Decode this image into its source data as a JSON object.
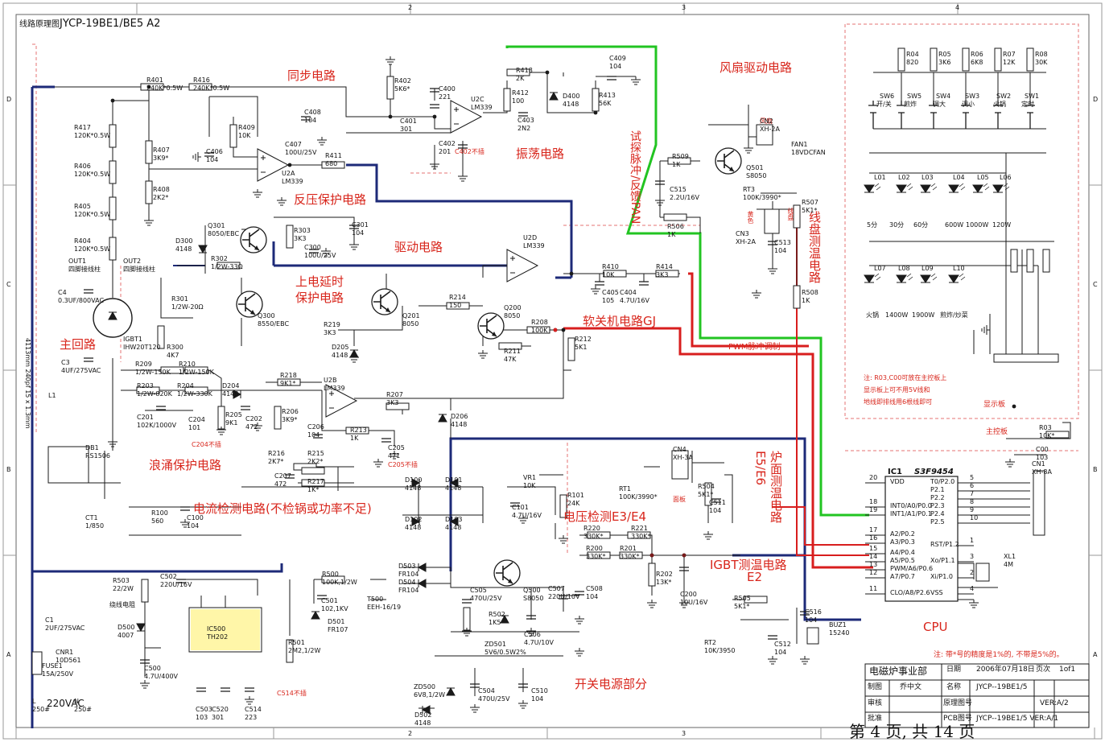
{
  "header": {
    "title_prefix": "线路原理图",
    "title": "JYCP-19BE1/BE5  A2"
  },
  "grid": {
    "top": [
      "2",
      "3",
      "4"
    ],
    "left": [
      "D",
      "C",
      "B",
      "A"
    ],
    "right": [
      "D",
      "C",
      "B",
      "A"
    ],
    "bottom": [
      "2",
      "3"
    ]
  },
  "sections": {
    "sync": "同步电路",
    "fan": "风扇驱动电路",
    "osc": "振荡电路",
    "reverse": "反压保护电路",
    "drive": "驱动电路",
    "power_on": "上电延时",
    "power_on2": "保护电路",
    "soft": "软关机电路GJ",
    "main": "主回路",
    "surge": "浪涌保护电路",
    "current": "电流检测电路(不检锅或功率不足)",
    "voltage": "电压检测E3/E4",
    "igbt_temp": "IGBT测温电路",
    "igbt_e2": "E2",
    "coil_temp": "线盘测温电路",
    "stove_temp": "炉面测温电路",
    "stove_e": "E5/E6",
    "psu": "开关电源部分",
    "test_pulse": "试探脉冲/反馈PAN",
    "pwm": "PWM脉冲调制",
    "cpu": "CPU",
    "display": "显示板",
    "main_board": "主控板",
    "fan_label": "风扇",
    "panel": "面板",
    "yellow": "黄色",
    "coil_note": "线盘"
  },
  "notes": {
    "display_note1": "注: R03,C00可放在主控板上",
    "display_note2": "显示板上可不用5V线和",
    "display_note3": "地线即排线用6根线即可",
    "precision": "注: 带*号的精度是1%的, 不带是5%的。",
    "c402": "C402不插",
    "c204": "C204不插",
    "c205": "C205不插",
    "c514": "C514不插"
  },
  "keys": [
    "SW6",
    "SW5",
    "SW4",
    "SW3",
    "SW2",
    "SW1"
  ],
  "key_names": [
    "开/关",
    "煎炸",
    "调大",
    "调小",
    "火锅",
    "定时"
  ],
  "key_res": [
    [
      "R04",
      "820"
    ],
    [
      "R05",
      "3K6"
    ],
    [
      "R06",
      "6K8"
    ],
    [
      "R07",
      "12K"
    ],
    [
      "R08",
      "30K"
    ]
  ],
  "leds_top": [
    "L01",
    "L02",
    "L03",
    "L04",
    "L05",
    "L06"
  ],
  "leds_bottom": [
    "L07",
    "L08",
    "L09",
    "L10"
  ],
  "led_top_labels": [
    "5分",
    "30分",
    "60分",
    "600W",
    "1000W",
    "120W"
  ],
  "led_bottom_labels": [
    "火锅",
    "1400W",
    "1900W",
    "煎炸/炒菜"
  ],
  "cpu": {
    "name": "IC1",
    "part": "S3F9454",
    "left_pins": [
      [
        "20",
        "VDD"
      ],
      [
        "18",
        "INT0/A0/P0.0"
      ],
      [
        "19",
        "INT1/A1/P0.1"
      ],
      [
        "17",
        "A2/P0.2"
      ],
      [
        "16",
        "A3/P0.3"
      ],
      [
        "15",
        "A4/P0.4"
      ],
      [
        "14",
        "A5/P0.5"
      ],
      [
        "13",
        "PWM/A6/P0.6"
      ],
      [
        "12",
        "A7/P0.7"
      ],
      [
        "11",
        "CLO/A8/P2.6"
      ]
    ],
    "right_pins": [
      [
        "5",
        "T0/P2.0"
      ],
      [
        "6",
        "P2.1"
      ],
      [
        "7",
        "P2.2"
      ],
      [
        "8",
        "P2.3"
      ],
      [
        "9",
        "P2.4"
      ],
      [
        "10",
        "P2.5"
      ],
      [
        "1",
        "RST/P1.2"
      ],
      [
        "3",
        "Xo/P1.1"
      ],
      [
        "2",
        "Xi/P1.0"
      ],
      [
        "4",
        "VSS"
      ]
    ]
  },
  "titleblock": {
    "company": "电磁炉事业部",
    "date_k": "日期",
    "date_v": "2006年07月18日",
    "page_k": "页次",
    "page_v": "1of1",
    "draw_k": "制图",
    "draw_v": "乔中文",
    "name_k": "名称",
    "name_v": "JYCP--19BE1/5",
    "check_k": "审核",
    "orig_k": "原理图号",
    "ver_v": "VER:A/2",
    "approve_k": "批准",
    "pcb_k": "PCB图号",
    "pcb_v": "JYCP--19BE1/5 VER:A/1"
  },
  "footer": "第 4 页, 共 14 页",
  "components": {
    "R401": [
      "R401",
      "240K*0.5W"
    ],
    "R416": [
      "R416",
      "240K*0.5W"
    ],
    "R417": [
      "R417",
      "120K*0.5W"
    ],
    "R406": [
      "R406",
      "120K*0.5W"
    ],
    "R405": [
      "R405",
      "120K*0.5W"
    ],
    "R404": [
      "R404",
      "120K*0.5W"
    ],
    "R407": [
      "R407",
      "3K9*"
    ],
    "R408": [
      "R408",
      "2K2*"
    ],
    "R409": [
      "R409",
      "10K"
    ],
    "C406": [
      "C406",
      "104"
    ],
    "C408": [
      "C408",
      "104"
    ],
    "C407": [
      "C407",
      "100U/25V"
    ],
    "R411": [
      "R411",
      "680"
    ],
    "U2A": [
      "U2A",
      "LM339"
    ],
    "R402": [
      "R402",
      "5K6*"
    ],
    "C400": [
      "C400",
      "221"
    ],
    "C401": [
      "C401",
      "301"
    ],
    "C402": [
      "C402",
      "201"
    ],
    "U2C": [
      "U2C",
      "LM339"
    ],
    "R418": [
      "R418",
      "2K"
    ],
    "R412": [
      "R412",
      "100"
    ],
    "D400": [
      "D400",
      "4148"
    ],
    "C403": [
      "C403",
      "2N2"
    ],
    "R413": [
      "R413",
      "56K"
    ],
    "C409": [
      "C409",
      "104"
    ],
    "Q301": [
      "Q301",
      "8050/EBC"
    ],
    "R303": [
      "R303",
      "3K3"
    ],
    "C301": [
      "C301",
      "104"
    ],
    "C300": [
      "C300",
      "100U/25V"
    ],
    "D300": [
      "D300",
      "4148"
    ],
    "R302": [
      "R302",
      "1/2W-33Ω"
    ],
    "Q300": [
      "Q300",
      "8550/EBC"
    ],
    "U2D": [
      "U2D",
      "LM339"
    ],
    "R410": [
      "R410",
      "10K"
    ],
    "C405": [
      "C405",
      "105"
    ],
    "R414": [
      "R414",
      "3K3"
    ],
    "C404": [
      "C404",
      "4.7U/16V"
    ],
    "R301": [
      "R301",
      "1/2W-20Ω"
    ],
    "R300": [
      "R300",
      "4K7"
    ],
    "R219": [
      "R219",
      "3K3"
    ],
    "D205": [
      "D205",
      "4148"
    ],
    "Q201": [
      "Q201",
      "8050"
    ],
    "R214": [
      "R214",
      "150"
    ],
    "Q200": [
      "Q200",
      "8050"
    ],
    "R208": [
      "R208",
      "100K"
    ],
    "R211": [
      "R211",
      "47K"
    ],
    "R212": [
      "R212",
      "5K1"
    ],
    "IGBT1": [
      "IGBT1",
      "IHW20T120"
    ],
    "C4": [
      "C4",
      "0.3UF/800VAC"
    ],
    "C3": [
      "C3",
      "4UF/275VAC"
    ],
    "R209": [
      "R209",
      "1/2W-150K"
    ],
    "R210": [
      "R210",
      "1/2W-150K"
    ],
    "R203": [
      "R203",
      "1/2W-820K"
    ],
    "R204": [
      "R204",
      "1/2W-330K"
    ],
    "C201": [
      "C201",
      "102K/1000V"
    ],
    "R218": [
      "R218",
      "9K1*"
    ],
    "D204": [
      "D204",
      "4148"
    ],
    "U2B": [
      "U2B",
      "LM339"
    ],
    "R205": [
      "R205",
      "9K1"
    ],
    "C202": [
      "C202",
      "472"
    ],
    "R206": [
      "R206",
      "3K9*"
    ],
    "C204": [
      "C204",
      "101"
    ],
    "R207": [
      "R207",
      "3K3"
    ],
    "C206": [
      "C206",
      "104"
    ],
    "R213": [
      "R213",
      "1K"
    ],
    "C205": [
      "C205",
      "471"
    ],
    "D206": [
      "D206",
      "4148"
    ],
    "R216": [
      "R216",
      "2K7*"
    ],
    "R215": [
      "R215",
      "2K2*"
    ],
    "C207": [
      "C207",
      "472"
    ],
    "R217": [
      "R217",
      "1K*"
    ],
    "DB1": [
      "DB1",
      "RS1506"
    ],
    "CT1": [
      "CT1",
      "1/850"
    ],
    "R100": [
      "R100",
      "560"
    ],
    "C100": [
      "C100",
      "104"
    ],
    "D100": [
      "D100",
      "4148"
    ],
    "D101": [
      "D101",
      "4148"
    ],
    "D102": [
      "D102",
      "4148"
    ],
    "D103": [
      "D103",
      "4148"
    ],
    "VR1": [
      "VR1",
      "10K"
    ],
    "C101": [
      "C101",
      "4.7U/16V"
    ],
    "R101": [
      "R101",
      "24K"
    ],
    "R220": [
      "R220",
      "330K*"
    ],
    "R221": [
      "R221",
      "330K*"
    ],
    "R200": [
      "R200",
      "330K*"
    ],
    "R201": [
      "R201",
      "330K*"
    ],
    "R202": [
      "R202",
      "13K*"
    ],
    "C200": [
      "C200",
      "10U/16V"
    ],
    "R503": [
      "R503",
      "22/2W"
    ],
    "R503b": [
      "",
      "绕线电阻"
    ],
    "C502": [
      "C502",
      "220U/16V"
    ],
    "IC500": [
      "IC500",
      "TH202"
    ],
    "R500": [
      "R500",
      "100K,1/2W"
    ],
    "C501": [
      "C501",
      "102,1KV"
    ],
    "D501": [
      "D501",
      "FR107"
    ],
    "T500": [
      "T500",
      "EEH-16/19"
    ],
    "D503": [
      "D503",
      "FR104"
    ],
    "D504": [
      "D504",
      "FR104"
    ],
    "Q500": [
      "Q500",
      "S8050"
    ],
    "C505": [
      "C505",
      "470U/25V"
    ],
    "R502": [
      "R502",
      "1K5"
    ],
    "ZD501": [
      "ZD501",
      "5V6/0.5W2%"
    ],
    "C506": [
      "C506",
      "4.7U/10V"
    ],
    "C507": [
      "C507",
      "220U/10V"
    ],
    "C508": [
      "C508",
      "104"
    ],
    "R501": [
      "R501",
      "2M2,1/2W"
    ],
    "ZD500": [
      "ZD500",
      "6V8,1/2W"
    ],
    "D502": [
      "D502",
      "4148"
    ],
    "C504": [
      "C504",
      "470U/25V"
    ],
    "C510": [
      "C510",
      "104"
    ],
    "C503": [
      "C503",
      "103"
    ],
    "C520": [
      "C520",
      "301"
    ],
    "C514": [
      "C514",
      "223"
    ],
    "D500": [
      "D500",
      "4007"
    ],
    "C500": [
      "C500",
      "4.7U/400V"
    ],
    "C1": [
      "C1",
      "2UF/275VAC"
    ],
    "CNR1": [
      "CNR1",
      "10D561"
    ],
    "FUSE1": [
      "FUSE1",
      "15A/250V"
    ],
    "L": [
      "L",
      "250#"
    ],
    "N": [
      "N",
      "250#"
    ],
    "ac": [
      "",
      "220VAC"
    ],
    "R509": [
      "R509",
      "1K"
    ],
    "Q501": [
      "Q501",
      "S8050"
    ],
    "C515": [
      "C515",
      "2.2U/16V"
    ],
    "R506": [
      "R506",
      "1K"
    ],
    "CN2": [
      "CN2",
      "XH-2A"
    ],
    "FAN1": [
      "FAN1",
      "18VDCFAN"
    ],
    "RT3": [
      "RT3",
      "100K/3990*"
    ],
    "CN3": [
      "CN3",
      "XH-2A"
    ],
    "R507": [
      "R507",
      "5K1*"
    ],
    "C513": [
      "C513",
      "104"
    ],
    "R508": [
      "R508",
      "1K"
    ],
    "RT1": [
      "RT1",
      "100K/3990*"
    ],
    "CN4": [
      "CN4",
      "XH-3A"
    ],
    "R504": [
      "R504",
      "5K1*"
    ],
    "C511": [
      "C511",
      "104"
    ],
    "R505": [
      "R505",
      "5K1*"
    ],
    "RT2": [
      "RT2",
      "10K/3950"
    ],
    "C512": [
      "C512",
      "104"
    ],
    "C516": [
      "C516",
      "104"
    ],
    "BUZ1": [
      "BUZ1",
      "15240"
    ],
    "XL1": [
      "XL1",
      "4M"
    ],
    "R03": [
      "R03",
      "10K*"
    ],
    "C00": [
      "C00",
      "103"
    ],
    "CN1": [
      "CN1",
      "XH-8A"
    ],
    "OUT1": [
      "OUT1",
      "四脚接线柱"
    ],
    "OUT2": [
      "OUT2",
      "四脚接线柱"
    ],
    "L1": [
      "L1",
      "4113mm 240pf 15 x 1.3mm"
    ]
  }
}
